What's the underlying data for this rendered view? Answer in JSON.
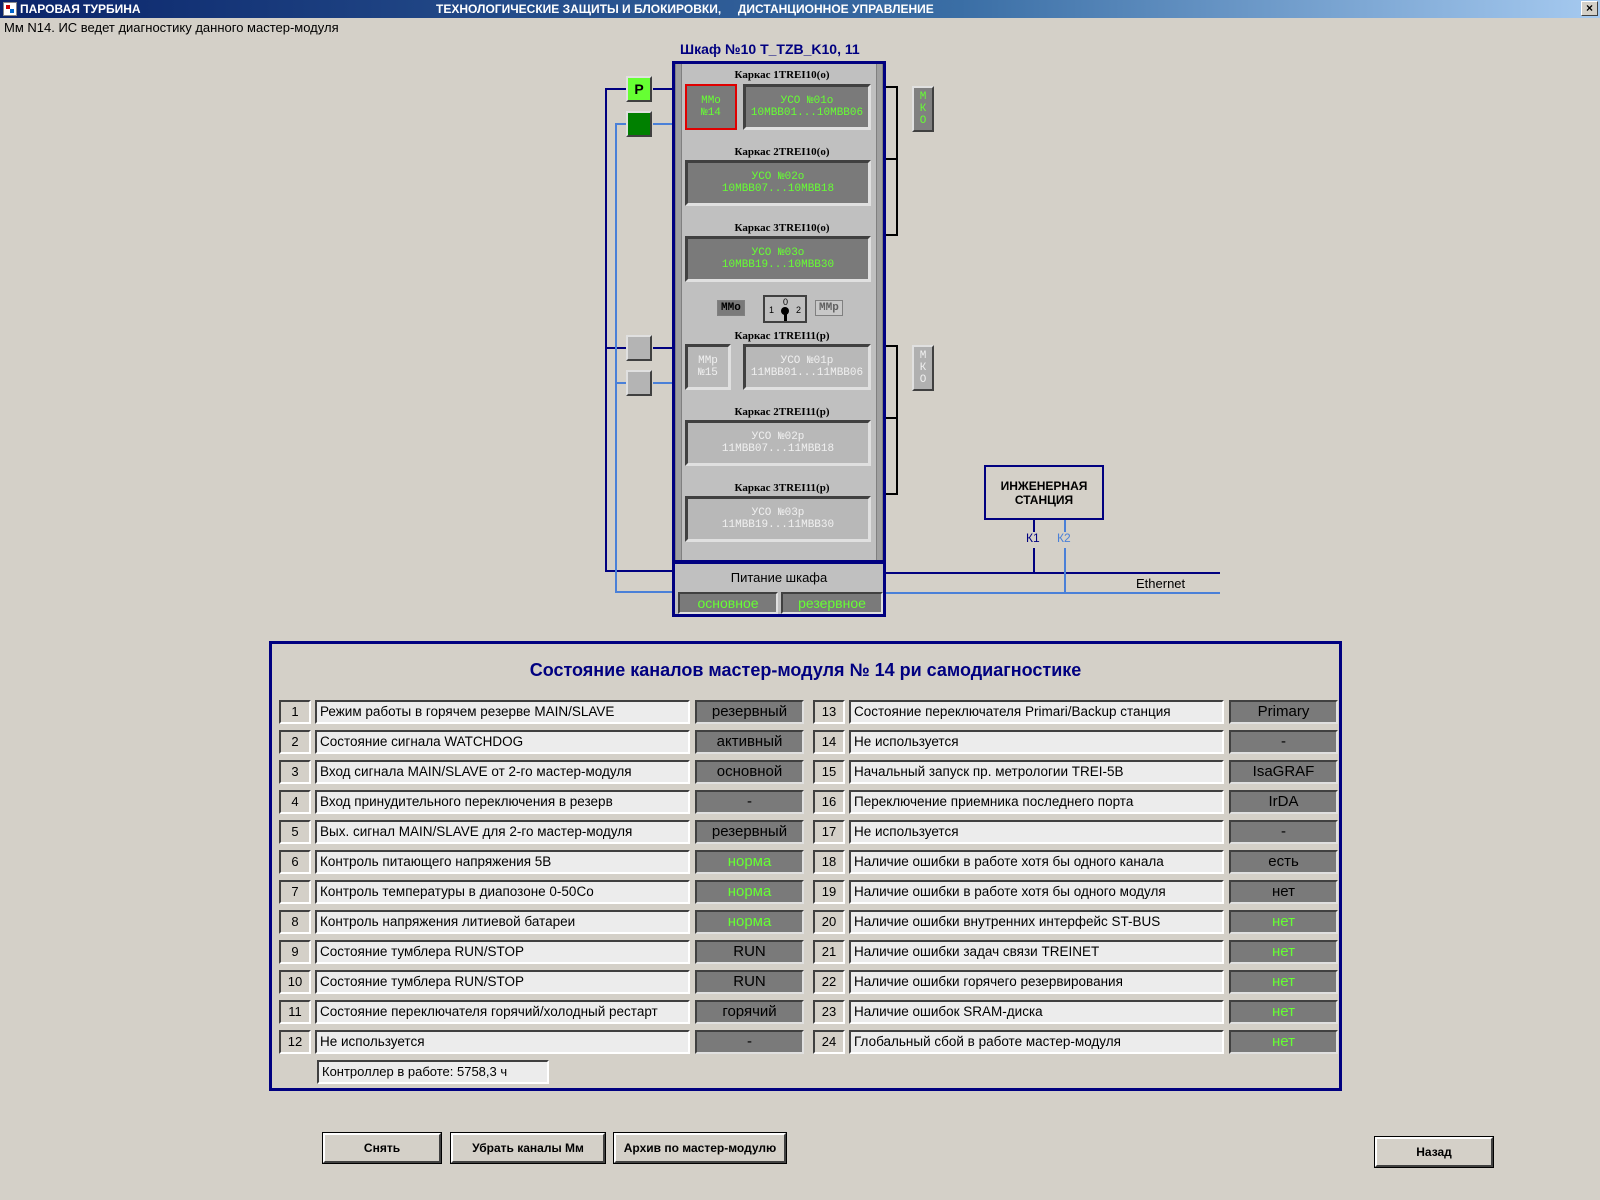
{
  "window": {
    "title_left": "ПАРОВАЯ ТУРБИНА",
    "title_center": "ТЕХНОЛОГИЧЕСКИЕ ЗАЩИТЫ И БЛОКИРОВКИ,     ДИСТАНЦИОННОЕ УПРАВЛЕНИЕ",
    "close_glyph": "×"
  },
  "status_line": "Мм N14. ИС ведет диагностику данного мастер-модуля",
  "cabinet": {
    "title": "Шкаф №10  T_TZB_K10, 11",
    "racks": [
      {
        "label": "Каркас 1TREI10(о)"
      },
      {
        "label": "Каркас 2TREI10(о)"
      },
      {
        "label": "Каркас 3TREI10(о)"
      },
      {
        "label": "Каркас 1TREI11(р)"
      },
      {
        "label": "Каркас 2TREI11(р)"
      },
      {
        "label": "Каркас 3TREI11(р)"
      }
    ],
    "modules": {
      "mmo": [
        "ММо",
        "№14"
      ],
      "uso01o": [
        "УСО №01о",
        "10МВВ01...10МВВ06"
      ],
      "uso02o": [
        "УСО №02о",
        "10МВВ07...10МВВ18"
      ],
      "uso03o": [
        "УСО №03о",
        "10МВВ19...10МВВ30"
      ],
      "mmp": [
        "ММр",
        "№15"
      ],
      "uso01p": [
        "УСО №01р",
        "11МВВ01...11МВВ06"
      ],
      "uso02p": [
        "УСО №02р",
        "11МВВ07...11МВВ18"
      ],
      "uso03p": [
        "УСО №03р",
        "11МВВ19...11МВВ30"
      ]
    },
    "mko_top": "М\nК\nО",
    "mko_bottom": "М\nК\nО",
    "p_label": "P",
    "switch": {
      "left": "ММо",
      "right": "ММр",
      "positions": [
        "1",
        "0",
        "2"
      ]
    },
    "power": {
      "title": "Питание шкафа",
      "main": "основное",
      "reserve": "резервное"
    }
  },
  "network": {
    "eng_station_line1": "ИНЖЕНЕРНАЯ",
    "eng_station_line2": "СТАНЦИЯ",
    "k1": "К1",
    "k2": "К2",
    "ethernet": "Ethernet"
  },
  "diag": {
    "title": "Состояние каналов мастер-модуля №   14  ри самодиагностике",
    "left": [
      {
        "n": "1",
        "label": "Режим работы в горячем резерве MAIN/SLAVE",
        "value": "резервный",
        "green": false
      },
      {
        "n": "2",
        "label": "Состояние сигнала WATCHDOG",
        "value": "активный",
        "green": false
      },
      {
        "n": "3",
        "label": "Вход сигнала MAIN/SLAVE от 2-го мастер-модуля",
        "value": "основной",
        "green": false
      },
      {
        "n": "4",
        "label": "Вход принудительного переключения в резерв",
        "value": "-",
        "green": false
      },
      {
        "n": "5",
        "label": "Вых. сигнал MAIN/SLAVE для 2-го мастер-модуля",
        "value": "резервный",
        "green": false
      },
      {
        "n": "6",
        "label": "Контроль питающего напряжения 5В",
        "value": "норма",
        "green": true
      },
      {
        "n": "7",
        "label": "Контроль температуры в диапозоне 0-50Со",
        "value": "норма",
        "green": true
      },
      {
        "n": "8",
        "label": "Контроль напряжения литиевой батареи",
        "value": "норма",
        "green": true
      },
      {
        "n": "9",
        "label": "Состояние тумблера RUN/STOP",
        "value": "RUN",
        "green": false
      },
      {
        "n": "10",
        "label": "Состояние тумблера RUN/STOP",
        "value": "RUN",
        "green": false
      },
      {
        "n": "11",
        "label": "Состояние переключателя горячий/холодный рестарт",
        "value": "горячий",
        "green": false
      },
      {
        "n": "12",
        "label": "Не используется",
        "value": "-",
        "green": false
      }
    ],
    "right": [
      {
        "n": "13",
        "label": "Состояние переключателя Primari/Backup станция",
        "value": "Primary",
        "green": false
      },
      {
        "n": "14",
        "label": "Не используется",
        "value": "-",
        "green": false
      },
      {
        "n": "15",
        "label": "Начальный запуск пр. метрологии TREI-5B",
        "value": "IsaGRAF",
        "green": false
      },
      {
        "n": "16",
        "label": "Переключение приемника последнего порта",
        "value": "IrDA",
        "green": false
      },
      {
        "n": "17",
        "label": "Не используется",
        "value": "-",
        "green": false
      },
      {
        "n": "18",
        "label": "Наличие ошибки в работе хотя бы одного канала",
        "value": "есть",
        "green": false
      },
      {
        "n": "19",
        "label": "Наличие ошибки в работе хотя бы одного модуля",
        "value": "нет",
        "green": false
      },
      {
        "n": "20",
        "label": "Наличие ошибки внутренних интерфейс ST-BUS",
        "value": "нет",
        "green": true
      },
      {
        "n": "21",
        "label": "Наличие ошибки задач связи TREINET",
        "value": "нет",
        "green": true
      },
      {
        "n": "22",
        "label": "Наличие ошибки горячего резервирования",
        "value": "нет",
        "green": true
      },
      {
        "n": "23",
        "label": "Наличие ошибок SRAM-диска",
        "value": "нет",
        "green": true
      },
      {
        "n": "24",
        "label": "Глобальный сбой в работе мастер-модуля",
        "value": "нет",
        "green": true
      }
    ],
    "uptime": "Контроллер в работе: 5758,3 ч"
  },
  "buttons": {
    "remove": "Снять",
    "hide_channels": "Убрать каналы Мм",
    "archive": "Архив по мастер-модулю",
    "back": "Назад"
  },
  "colors": {
    "frame": "#000080",
    "active_text": "#66ff33",
    "link2": "#4a80d8",
    "selected": "#e00000"
  }
}
